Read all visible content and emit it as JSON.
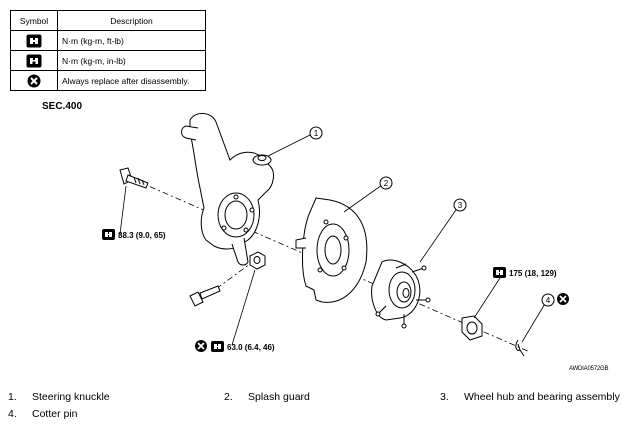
{
  "legend": {
    "headers": {
      "symbol": "Symbol",
      "description": "Description"
    },
    "rows": [
      {
        "icon": "torque-wrench-icon",
        "description": "N·m (kg-m, ft-lb)"
      },
      {
        "icon": "torque-wrench-inlb-icon",
        "description": "N·m (kg-m, in-lb)"
      },
      {
        "icon": "replace-x-icon",
        "description": "Always replace after disassembly."
      }
    ]
  },
  "section": "SEC.400",
  "figure_id": "AWDIA0572GB",
  "torques": {
    "knuckle_bolt": "88.3 (9.0, 65)",
    "hub_nut": "175 (18, 129)",
    "lower_nut": "63.0 (6.4, 46)"
  },
  "callouts": [
    "1",
    "2",
    "3",
    "4"
  ],
  "parts": [
    {
      "num": "1.",
      "name": "Steering knuckle"
    },
    {
      "num": "2.",
      "name": "Splash guard"
    },
    {
      "num": "3.",
      "name": "Wheel hub and bearing assembly"
    },
    {
      "num": "4.",
      "name": "Cotter pin"
    }
  ]
}
